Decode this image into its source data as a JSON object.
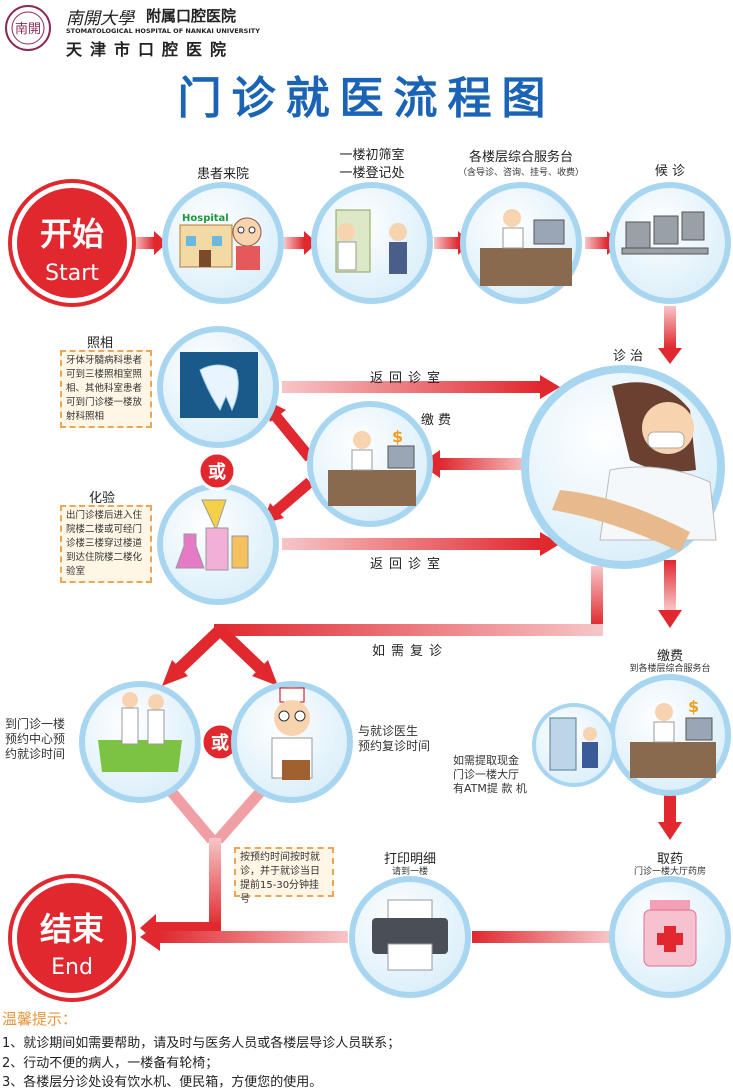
{
  "header": {
    "hospital_cn": "南開大學",
    "affiliated": "附属口腔医院",
    "hospital_en": "STOMATOLOGICAL HOSPITAL OF NANKAI UNIVERSITY",
    "city_hospital": "天津市口腔医院",
    "logo_text": "南開"
  },
  "title": "门诊就医流程图",
  "colors": {
    "title_blue": "#1a63b5",
    "arrow_red": "#e0282e",
    "circle_blue": "#a8d6f0",
    "tip_orange": "#e8963c"
  },
  "nodes": {
    "start": {
      "cn": "开始",
      "en": "Start"
    },
    "end": {
      "cn": "结束",
      "en": "End"
    },
    "arrive": {
      "label": "患者来院",
      "sign": "Hospital"
    },
    "screening": {
      "line1": "一楼初筛室",
      "line2": "一楼登记处"
    },
    "service": {
      "label": "各楼层综合服务台",
      "sub": "（含导诊、咨询、挂号、收费）"
    },
    "waiting": {
      "label": "候 诊"
    },
    "treatment": {
      "label": "诊 治"
    },
    "xray": {
      "label": "照相",
      "note": [
        "牙体牙髓病科患者",
        "可到三楼照相室照",
        "相、其他科室患者",
        "可到门诊楼一楼放",
        "射科照相"
      ]
    },
    "lab": {
      "label": "化验",
      "note": [
        "出门诊楼后进入住",
        "院楼二楼或可经门",
        "诊楼三楼穿过楼道",
        "到达住院楼二楼化",
        "验室"
      ]
    },
    "pay1": {
      "label": "缴 费"
    },
    "pay2": {
      "label": "缴费",
      "sub": "到各楼层综合服务台"
    },
    "atm": {
      "lines": [
        "如需提取现金",
        "门诊一楼大厅",
        "有ATM提 款 机"
      ]
    },
    "medicine": {
      "label": "取药",
      "sub": "门诊一楼大厅药房"
    },
    "print": {
      "label": "打印明细",
      "sub": "请到一楼"
    },
    "appointment_center": {
      "lines": [
        "到门诊一楼",
        "预约中心预",
        "约就诊时间"
      ]
    },
    "doctor_appointment": {
      "lines": [
        "与就诊医生",
        "预约复诊时间"
      ]
    },
    "on_time": {
      "note": [
        "按预约时间按时就",
        "诊，并于就诊当日",
        "提前15-30分钟挂号"
      ]
    }
  },
  "arrows": {
    "return1": "返回诊室",
    "return2": "返回诊室",
    "revisit": "如需复诊",
    "or": "或"
  },
  "tips": {
    "title": "温馨提示：",
    "items": [
      "1、就诊期间如需要帮助，请及时与医务人员或各楼层导诊人员联系；",
      "2、行动不便的病人，一楼备有轮椅；",
      "3、各楼层分诊处设有饮水机、便民箱，方便您的使用。"
    ]
  }
}
